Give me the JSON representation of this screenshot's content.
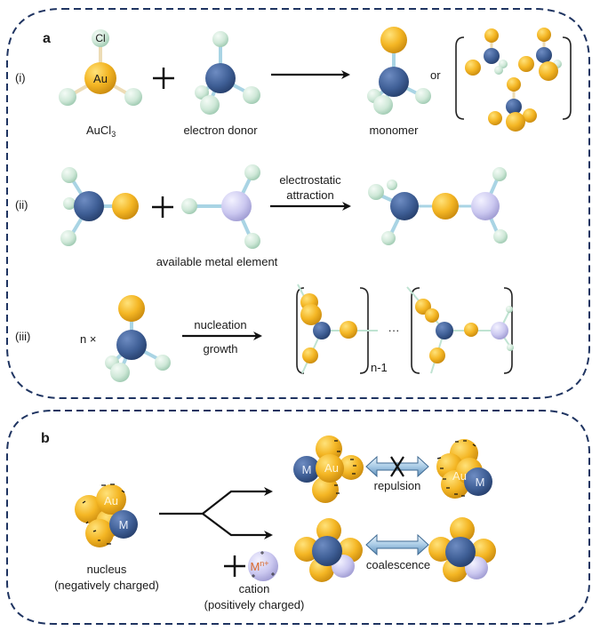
{
  "panel_a": {
    "label": "a",
    "row_i": {
      "label": "(i)",
      "reactant1": "AuCl",
      "reactant1_sub": "3",
      "reactant1_atom_center": "Au",
      "reactant1_atom_top": "Cl",
      "reactant2": "electron donor",
      "product": "monomer",
      "or_text": "or"
    },
    "row_ii": {
      "label": "(ii)",
      "reactant2": "available metal element",
      "arrow_label_line1": "electrostatic",
      "arrow_label_line2": "attraction"
    },
    "row_iii": {
      "label": "(iii)",
      "multiplier": "n ×",
      "arrow_label_top": "nucleation",
      "arrow_label_bottom": "growth",
      "subscript": "n-1",
      "ellipsis": "···"
    }
  },
  "panel_b": {
    "label": "b",
    "nucleus_atom_au": "Au",
    "nucleus_atom_m": "M",
    "nucleus_line1": "nucleus",
    "nucleus_line2": "(negatively charged)",
    "cation_symbol": "M",
    "cation_sup": "n+",
    "cation_line1": "cation",
    "cation_line2": "(positively charged)",
    "repulsion": "repulsion",
    "coalescence": "coalescence",
    "atom_au": "Au",
    "atom_m": "M"
  },
  "colors": {
    "border": "#1f3461",
    "gold": "#f2b21c",
    "blue": "#3d5e95",
    "lavender": "#c9c6ee",
    "ligand": "#cfe8d8",
    "bond": "#a9d4e4"
  }
}
